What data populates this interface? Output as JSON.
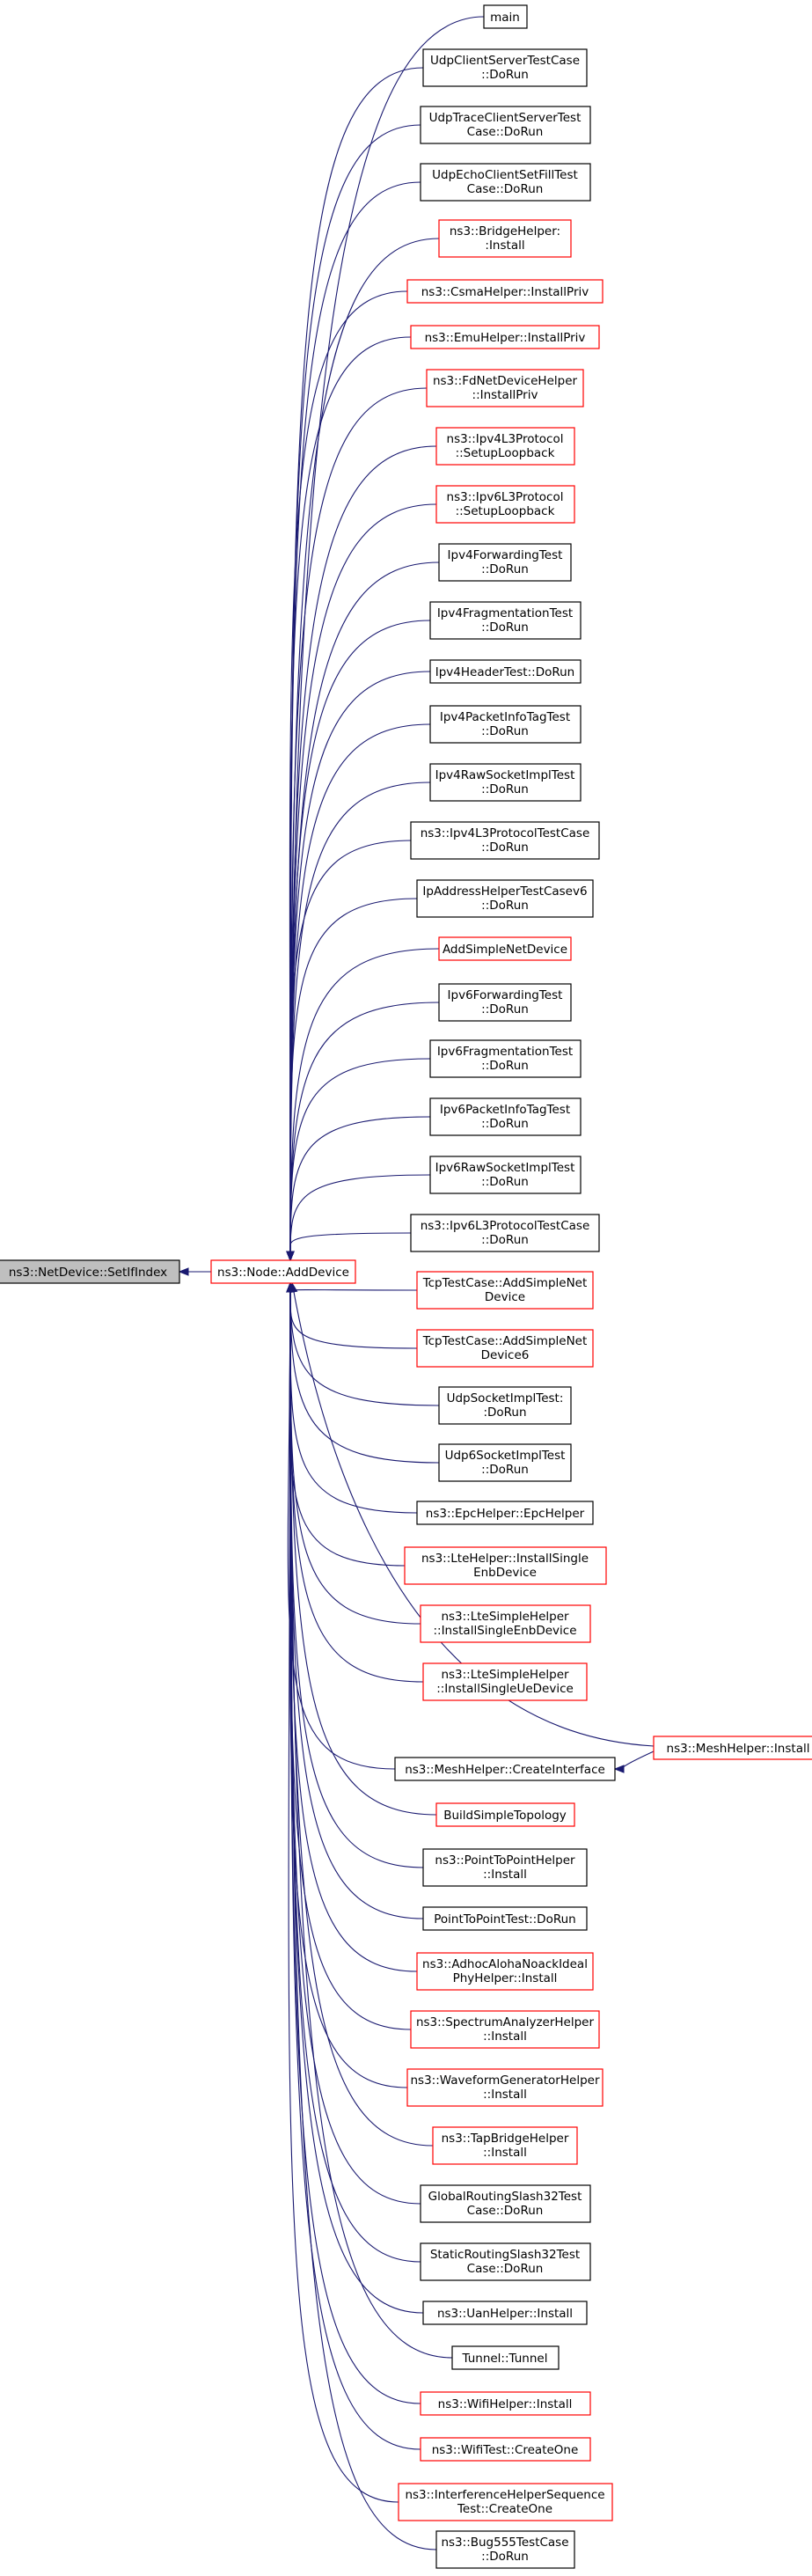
{
  "colors": {
    "edge": "#191970",
    "normal_border": "#000000",
    "red_border": "#ff0000",
    "focus_fill": "#bfbfbf",
    "node_fill": "#ffffff"
  },
  "focus": {
    "id": "setifindex",
    "lines": [
      "ns3::NetDevice::SetIfIndex"
    ]
  },
  "hub": {
    "id": "adddevice",
    "lines": [
      "ns3::Node::AddDevice"
    ],
    "border": "red"
  },
  "callers": [
    {
      "id": "main",
      "lines": [
        "main"
      ],
      "border": "black"
    },
    {
      "id": "udpcsdorun",
      "lines": [
        "UdpClientServerTestCase",
        "::DoRun"
      ],
      "border": "black"
    },
    {
      "id": "udptcsdorun",
      "lines": [
        "UdpTraceClientServerTest",
        "Case::DoRun"
      ],
      "border": "black"
    },
    {
      "id": "udpecsfdorun",
      "lines": [
        "UdpEchoClientSetFillTest",
        "Case::DoRun"
      ],
      "border": "black"
    },
    {
      "id": "bridgeinstall",
      "lines": [
        "ns3::BridgeHelper:",
        ":Install"
      ],
      "border": "red"
    },
    {
      "id": "csmainstallpriv",
      "lines": [
        "ns3::CsmaHelper::InstallPriv"
      ],
      "border": "red"
    },
    {
      "id": "emuinstallpriv",
      "lines": [
        "ns3::EmuHelper::InstallPriv"
      ],
      "border": "red"
    },
    {
      "id": "fdinstallpriv",
      "lines": [
        "ns3::FdNetDeviceHelper",
        "::InstallPriv"
      ],
      "border": "red"
    },
    {
      "id": "ipv4setuploop",
      "lines": [
        "ns3::Ipv4L3Protocol",
        "::SetupLoopback"
      ],
      "border": "red"
    },
    {
      "id": "ipv6setuploop",
      "lines": [
        "ns3::Ipv6L3Protocol",
        "::SetupLoopback"
      ],
      "border": "red"
    },
    {
      "id": "ipv4fwd",
      "lines": [
        "Ipv4ForwardingTest",
        "::DoRun"
      ],
      "border": "black"
    },
    {
      "id": "ipv4frag",
      "lines": [
        "Ipv4FragmentationTest",
        "::DoRun"
      ],
      "border": "black"
    },
    {
      "id": "ipv4header",
      "lines": [
        "Ipv4HeaderTest::DoRun"
      ],
      "border": "black"
    },
    {
      "id": "ipv4pktinfo",
      "lines": [
        "Ipv4PacketInfoTagTest",
        "::DoRun"
      ],
      "border": "black"
    },
    {
      "id": "ipv4raw",
      "lines": [
        "Ipv4RawSocketImplTest",
        "::DoRun"
      ],
      "border": "black"
    },
    {
      "id": "ipv4l3tc",
      "lines": [
        "ns3::Ipv4L3ProtocolTestCase",
        "::DoRun"
      ],
      "border": "black"
    },
    {
      "id": "ipaddrv6",
      "lines": [
        "IpAddressHelperTestCasev6",
        "::DoRun"
      ],
      "border": "black"
    },
    {
      "id": "addsimple",
      "lines": [
        "AddSimpleNetDevice"
      ],
      "border": "red"
    },
    {
      "id": "ipv6fwd",
      "lines": [
        "Ipv6ForwardingTest",
        "::DoRun"
      ],
      "border": "black"
    },
    {
      "id": "ipv6frag",
      "lines": [
        "Ipv6FragmentationTest",
        "::DoRun"
      ],
      "border": "black"
    },
    {
      "id": "ipv6pktinfo",
      "lines": [
        "Ipv6PacketInfoTagTest",
        "::DoRun"
      ],
      "border": "black"
    },
    {
      "id": "ipv6raw",
      "lines": [
        "Ipv6RawSocketImplTest",
        "::DoRun"
      ],
      "border": "black"
    },
    {
      "id": "ipv6l3tc",
      "lines": [
        "ns3::Ipv6L3ProtocolTestCase",
        "::DoRun"
      ],
      "border": "black"
    },
    {
      "id": "tcpadd",
      "lines": [
        "TcpTestCase::AddSimpleNet",
        "Device"
      ],
      "border": "red"
    },
    {
      "id": "tcpadd6",
      "lines": [
        "TcpTestCase::AddSimpleNet",
        "Device6"
      ],
      "border": "red"
    },
    {
      "id": "udpsock",
      "lines": [
        "UdpSocketImplTest:",
        ":DoRun"
      ],
      "border": "black"
    },
    {
      "id": "udp6sock",
      "lines": [
        "Udp6SocketImplTest",
        "::DoRun"
      ],
      "border": "black"
    },
    {
      "id": "epchelper",
      "lines": [
        "ns3::EpcHelper::EpcHelper"
      ],
      "border": "black"
    },
    {
      "id": "lteinstallenb",
      "lines": [
        "ns3::LteHelper::InstallSingle",
        "EnbDevice"
      ],
      "border": "red"
    },
    {
      "id": "ltesimpleenb",
      "lines": [
        "ns3::LteSimpleHelper",
        "::InstallSingleEnbDevice"
      ],
      "border": "red"
    },
    {
      "id": "ltesimpleue",
      "lines": [
        "ns3::LteSimpleHelper",
        "::InstallSingleUeDevice"
      ],
      "border": "red"
    },
    {
      "id": "meshcreate",
      "lines": [
        "ns3::MeshHelper::CreateInterface"
      ],
      "border": "black"
    },
    {
      "id": "buildsimple",
      "lines": [
        "BuildSimpleTopology"
      ],
      "border": "red"
    },
    {
      "id": "p2pinstall",
      "lines": [
        "ns3::PointToPointHelper",
        "::Install"
      ],
      "border": "black"
    },
    {
      "id": "p2ptest",
      "lines": [
        "PointToPointTest::DoRun"
      ],
      "border": "black"
    },
    {
      "id": "adhocaloha",
      "lines": [
        "ns3::AdhocAlohaNoackIdeal",
        "PhyHelper::Install"
      ],
      "border": "red"
    },
    {
      "id": "spectrum",
      "lines": [
        "ns3::SpectrumAnalyzerHelper",
        "::Install"
      ],
      "border": "red"
    },
    {
      "id": "waveform",
      "lines": [
        "ns3::WaveformGeneratorHelper",
        "::Install"
      ],
      "border": "red"
    },
    {
      "id": "tapbridge",
      "lines": [
        "ns3::TapBridgeHelper",
        "::Install"
      ],
      "border": "red"
    },
    {
      "id": "globalslash",
      "lines": [
        "GlobalRoutingSlash32Test",
        "Case::DoRun"
      ],
      "border": "black"
    },
    {
      "id": "staticslash",
      "lines": [
        "StaticRoutingSlash32Test",
        "Case::DoRun"
      ],
      "border": "black"
    },
    {
      "id": "uaninstall",
      "lines": [
        "ns3::UanHelper::Install"
      ],
      "border": "black"
    },
    {
      "id": "tunnel",
      "lines": [
        "Tunnel::Tunnel"
      ],
      "border": "black"
    },
    {
      "id": "wifiinstall",
      "lines": [
        "ns3::WifiHelper::Install"
      ],
      "border": "red"
    },
    {
      "id": "wificreate",
      "lines": [
        "ns3::WifiTest::CreateOne"
      ],
      "border": "red"
    },
    {
      "id": "interference",
      "lines": [
        "ns3::InterferenceHelperSequence",
        "Test::CreateOne"
      ],
      "border": "red"
    },
    {
      "id": "bug555",
      "lines": [
        "ns3::Bug555TestCase",
        "::DoRun"
      ],
      "border": "black"
    }
  ],
  "extra": {
    "id": "meshinstall",
    "lines": [
      "ns3::MeshHelper::Install"
    ],
    "border": "red"
  },
  "edges": [
    {
      "from": "adddevice",
      "to": "setifindex"
    },
    {
      "from": "meshinstall",
      "to": "adddevice"
    },
    {
      "from": "meshinstall",
      "to": "meshcreate"
    }
  ]
}
